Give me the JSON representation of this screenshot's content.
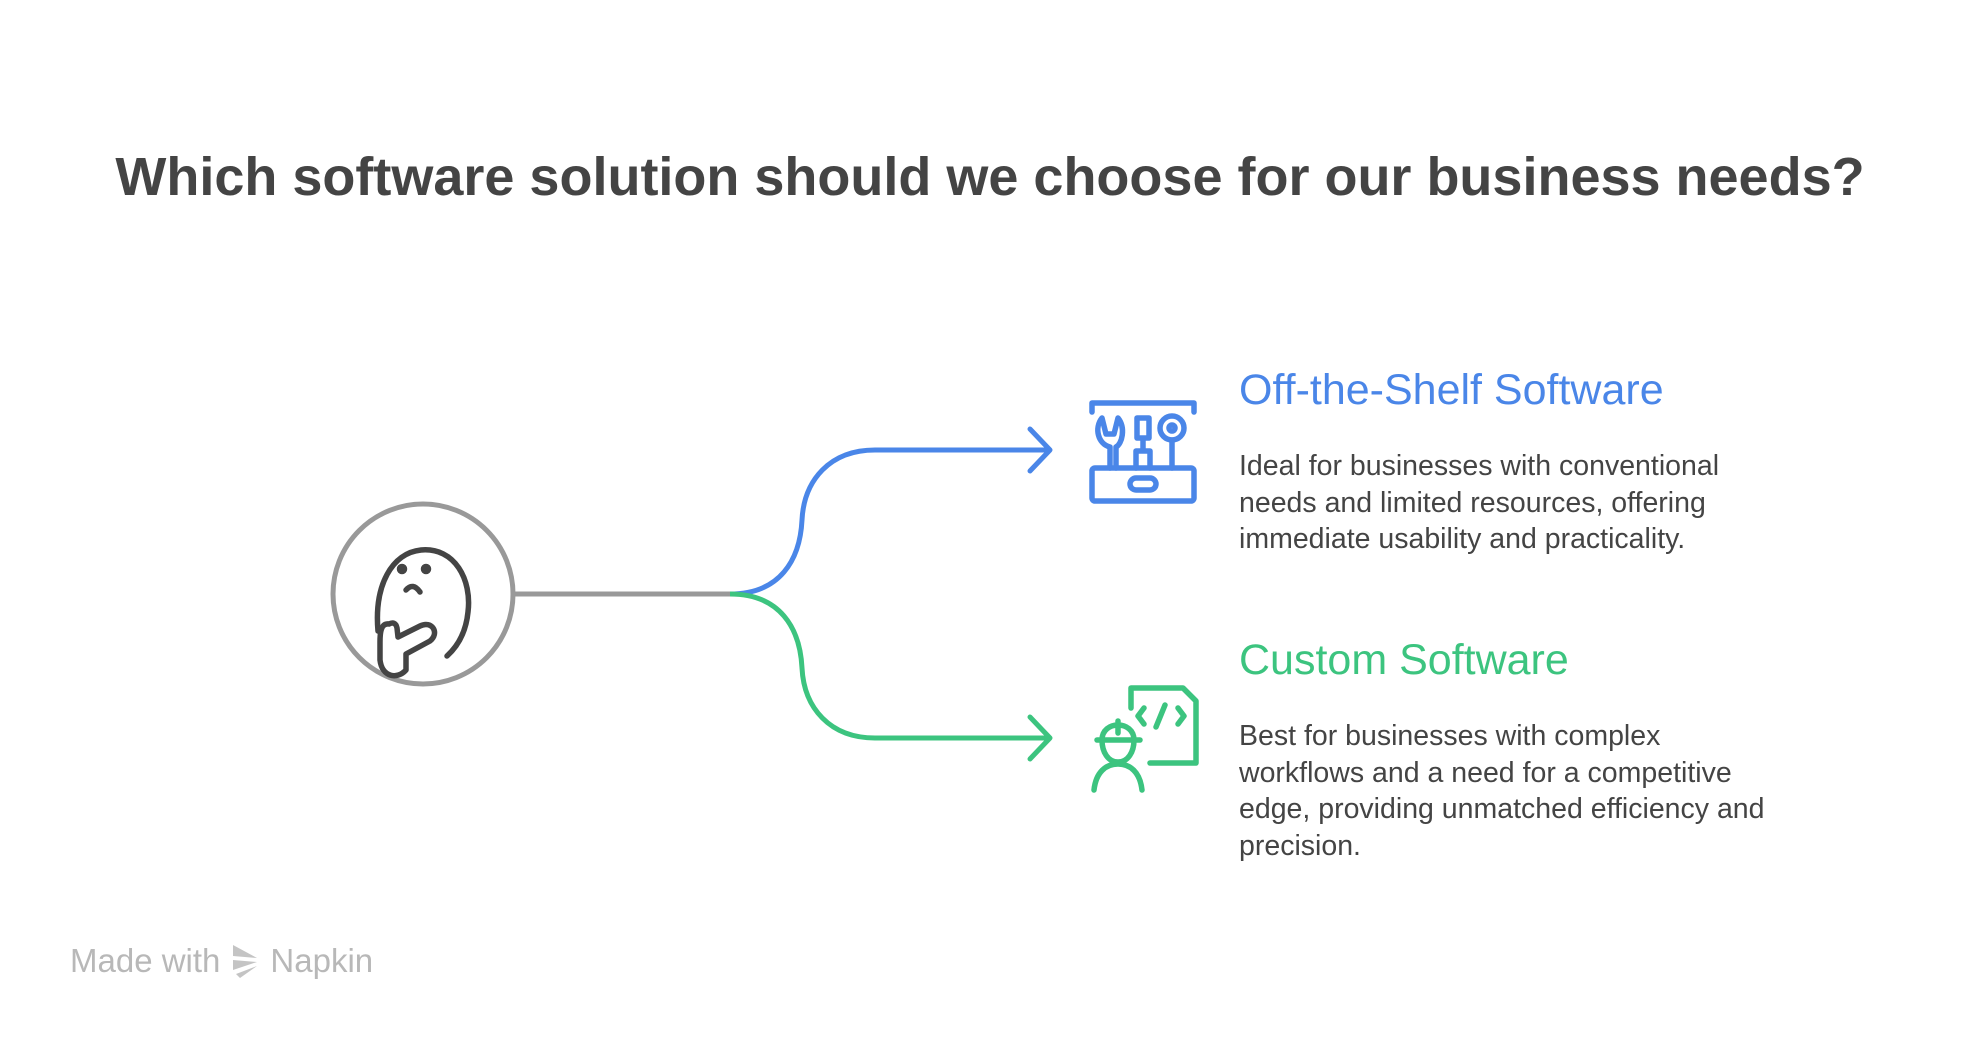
{
  "title": "Which software solution should we choose for our business needs?",
  "colors": {
    "blue": "#4a86e8",
    "green": "#3cc47f",
    "gray": "#999999",
    "text": "#444444"
  },
  "root": {
    "icon": "thinking-face-icon"
  },
  "options": [
    {
      "heading": "Off-the-Shelf Software",
      "icon": "toolbox-icon",
      "lines": [
        "Ideal for businesses with conventional",
        "needs and limited resources, offering",
        "immediate usability and practicality."
      ]
    },
    {
      "heading": "Custom Software",
      "icon": "developer-code-icon",
      "lines": [
        "Best for businesses with complex",
        "workflows and a need for a competitive",
        "edge, providing unmatched efficiency and",
        "precision."
      ]
    }
  ],
  "footer": {
    "made_with": "Made with",
    "brand": "Napkin"
  }
}
